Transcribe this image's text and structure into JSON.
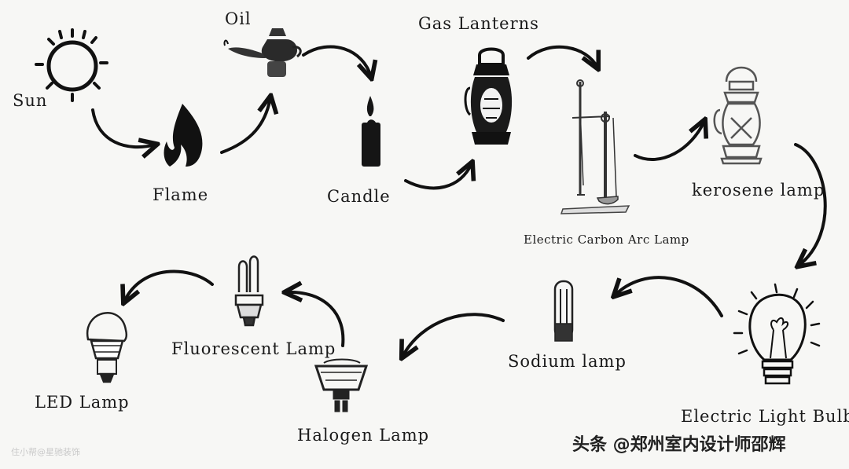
{
  "labels": {
    "sun": "Sun",
    "flame": "Flame",
    "oil": "Oil",
    "candle": "Candle",
    "gas_lanterns": "Gas Lanterns",
    "electric_carbon_arc_lamp": "Electric Carbon Arc Lamp",
    "kerosene_lamp": "kerosene lamp",
    "electric_light_bulb": "Electric Light Bulb",
    "sodium_lamp": "Sodium lamp",
    "halogen_lamp": "Halogen Lamp",
    "fluorescent_lamp": "Fluorescent Lamp",
    "led_lamp": "LED Lamp"
  },
  "watermarks": {
    "left": "住小帮@星驰装饰",
    "right": "头条 @郑州室内设计师邵辉"
  }
}
